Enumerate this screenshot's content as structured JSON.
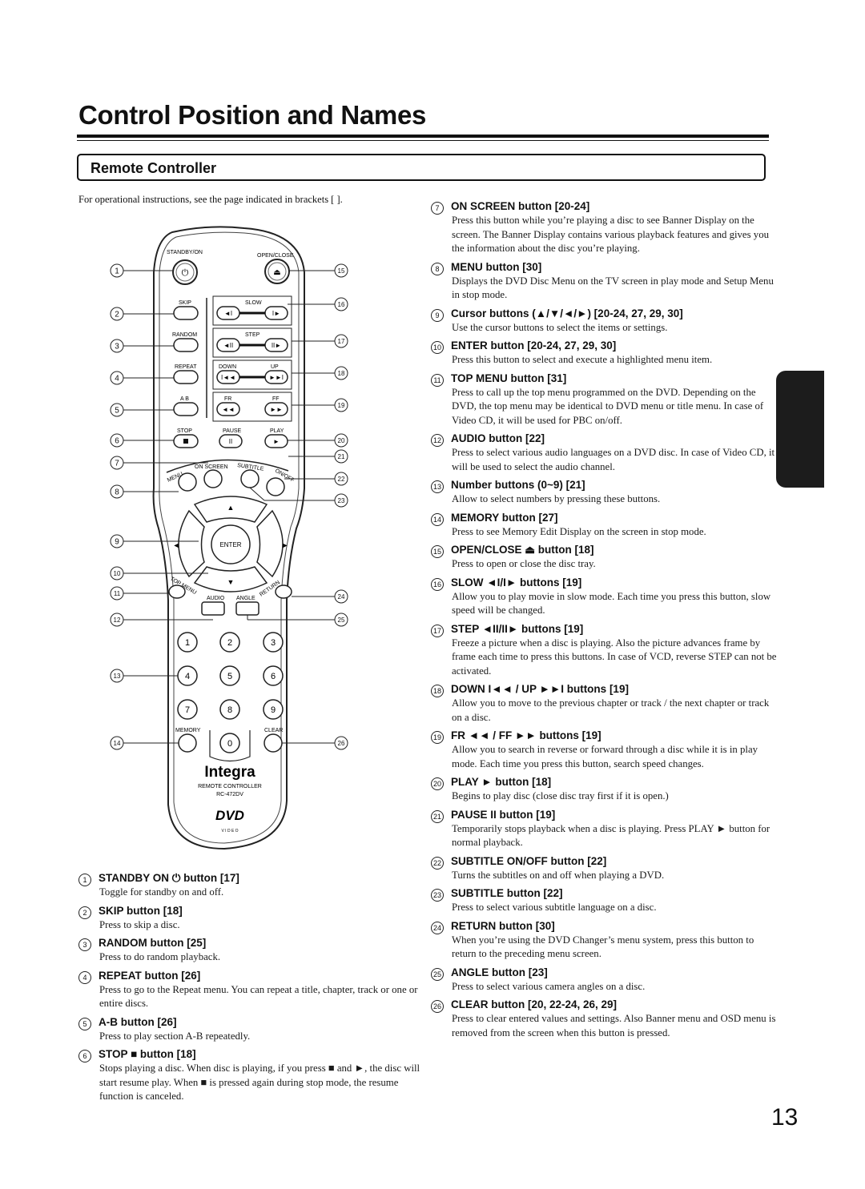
{
  "page": {
    "title": "Control Position and Names",
    "section": "Remote Controller",
    "intro": "For operational instructions, see the page indicated in brackets [ ].",
    "page_number": "13"
  },
  "remote": {
    "standby_label": "STANDBY/ON",
    "open_close_label": "OPEN/CLOSE",
    "skip_label": "SKIP",
    "slow_label": "SLOW",
    "random_label": "RANDOM",
    "step_label": "STEP",
    "repeat_label": "REPEAT",
    "down_label": "DOWN",
    "up_label": "UP",
    "ab_label": "A B",
    "fr_label": "FR",
    "ff_label": "FF",
    "stop_label": "STOP",
    "pause_label": "PAUSE",
    "play_label": "PLAY",
    "menu_label": "MENU",
    "on_screen_label": "ON SCREEN",
    "subtitle_label": "SUBTITLE",
    "on_off_label": "ON/OFF",
    "enter_label": "ENTER",
    "top_menu_label": "TOP MENU",
    "audio_label": "AUDIO",
    "angle_label": "ANGLE",
    "return_label": "RETURN",
    "memory_label": "MEMORY",
    "clear_label": "CLEAR",
    "numbers": [
      "1",
      "2",
      "3",
      "4",
      "5",
      "6",
      "7",
      "8",
      "9",
      "0"
    ],
    "brand": "Integra",
    "model_line1": "REMOTE CONTROLLER",
    "model_line2": "RC-472DV",
    "dvd_logo": "DVD",
    "video_label": "V I D E O",
    "callouts": [
      "1",
      "2",
      "3",
      "4",
      "5",
      "6",
      "7",
      "8",
      "9",
      "10",
      "11",
      "12",
      "13",
      "14",
      "15",
      "16",
      "17",
      "18",
      "19",
      "20",
      "21",
      "22",
      "23",
      "24",
      "25",
      "26"
    ]
  },
  "items_left": [
    {
      "num": "1",
      "title": "STANDBY ON ⏻ button [17]",
      "desc": "Toggle for standby on and off."
    },
    {
      "num": "2",
      "title": "SKIP button [18]",
      "desc": "Press to skip a disc."
    },
    {
      "num": "3",
      "title": "RANDOM button [25]",
      "desc": "Press to do random playback."
    },
    {
      "num": "4",
      "title": "REPEAT button [26]",
      "desc": "Press to go to the Repeat menu. You can repeat a title, chapter, track or one or entire discs."
    },
    {
      "num": "5",
      "title": "A-B button [26]",
      "desc": "Press to play section A-B repeatedly."
    },
    {
      "num": "6",
      "title": "STOP ■ button [18]",
      "desc": "Stops playing a disc. When disc is playing, if you press ■ and ►, the disc will start resume play. When ■ is pressed again during stop mode, the resume function is canceled."
    }
  ],
  "items_right": [
    {
      "num": "7",
      "title": "ON SCREEN button [20-24]",
      "desc": "Press this button while you’re playing a disc to see Banner Display on the screen. The Banner Display contains various playback features and gives you the information about the disc you’re playing."
    },
    {
      "num": "8",
      "title": "MENU button [30]",
      "desc": "Displays the DVD Disc Menu on the TV screen in play mode and Setup Menu in stop mode."
    },
    {
      "num": "9",
      "title": "Cursor buttons (▲/▼/◄/►) [20-24, 27, 29, 30]",
      "desc": "Use the cursor buttons to select the items or settings."
    },
    {
      "num": "10",
      "title": "ENTER button [20-24, 27, 29, 30]",
      "desc": "Press this button to select and execute a highlighted menu item."
    },
    {
      "num": "11",
      "title": "TOP MENU button [31]",
      "desc": "Press to call up the top menu programmed on the DVD. Depending on the DVD, the top menu may be identical to DVD menu or title menu. In case of Video CD, it will be used for PBC on/off."
    },
    {
      "num": "12",
      "title": "AUDIO button [22]",
      "desc": "Press to select various audio languages on a DVD disc. In case of Video CD, it will be used to select the audio channel."
    },
    {
      "num": "13",
      "title": "Number buttons (0~9) [21]",
      "desc": "Allow to select numbers by pressing these buttons."
    },
    {
      "num": "14",
      "title": "MEMORY button [27]",
      "desc": "Press to see Memory Edit Display on the screen in stop mode."
    },
    {
      "num": "15",
      "title": "OPEN/CLOSE ⏏ button [18]",
      "desc": "Press to open or close the disc tray."
    },
    {
      "num": "16",
      "title": "SLOW ◄I/I► buttons [19]",
      "desc": "Allow you to play movie in slow mode. Each time you press this button, slow speed will be changed."
    },
    {
      "num": "17",
      "title": "STEP ◄II/II► buttons [19]",
      "desc": "Freeze a picture when a disc is playing. Also the picture advances frame by frame each time to press this buttons. In case of VCD, reverse STEP can not be activated."
    },
    {
      "num": "18",
      "title": "DOWN I◄◄ / UP ►►I buttons [19]",
      "desc": "Allow you to move to the previous chapter or track / the next chapter or track on a disc."
    },
    {
      "num": "19",
      "title": "FR ◄◄ / FF ►► buttons [19]",
      "desc": "Allow you to search in reverse or forward through a disc while it is in play mode. Each time you press this button, search speed changes."
    },
    {
      "num": "20",
      "title": "PLAY ► button [18]",
      "desc": "Begins to play disc (close disc tray first if it is open.)"
    },
    {
      "num": "21",
      "title": "PAUSE II button [19]",
      "desc": "Temporarily stops playback when a disc is playing. Press PLAY ► button for normal playback."
    },
    {
      "num": "22",
      "title": "SUBTITLE ON/OFF button [22]",
      "desc": "Turns the subtitles on and off when playing a DVD."
    },
    {
      "num": "23",
      "title": "SUBTITLE button [22]",
      "desc": "Press to select various subtitle language on a disc."
    },
    {
      "num": "24",
      "title": "RETURN button [30]",
      "desc": "When you’re using the DVD Changer’s menu system, press this button to return to the preceding menu screen."
    },
    {
      "num": "25",
      "title": "ANGLE button [23]",
      "desc": "Press to select various camera angles on a disc."
    },
    {
      "num": "26",
      "title": "CLEAR button [20, 22-24, 26, 29]",
      "desc": "Press to clear entered values and settings. Also Banner menu and OSD menu is removed from the screen when this button is pressed."
    }
  ]
}
